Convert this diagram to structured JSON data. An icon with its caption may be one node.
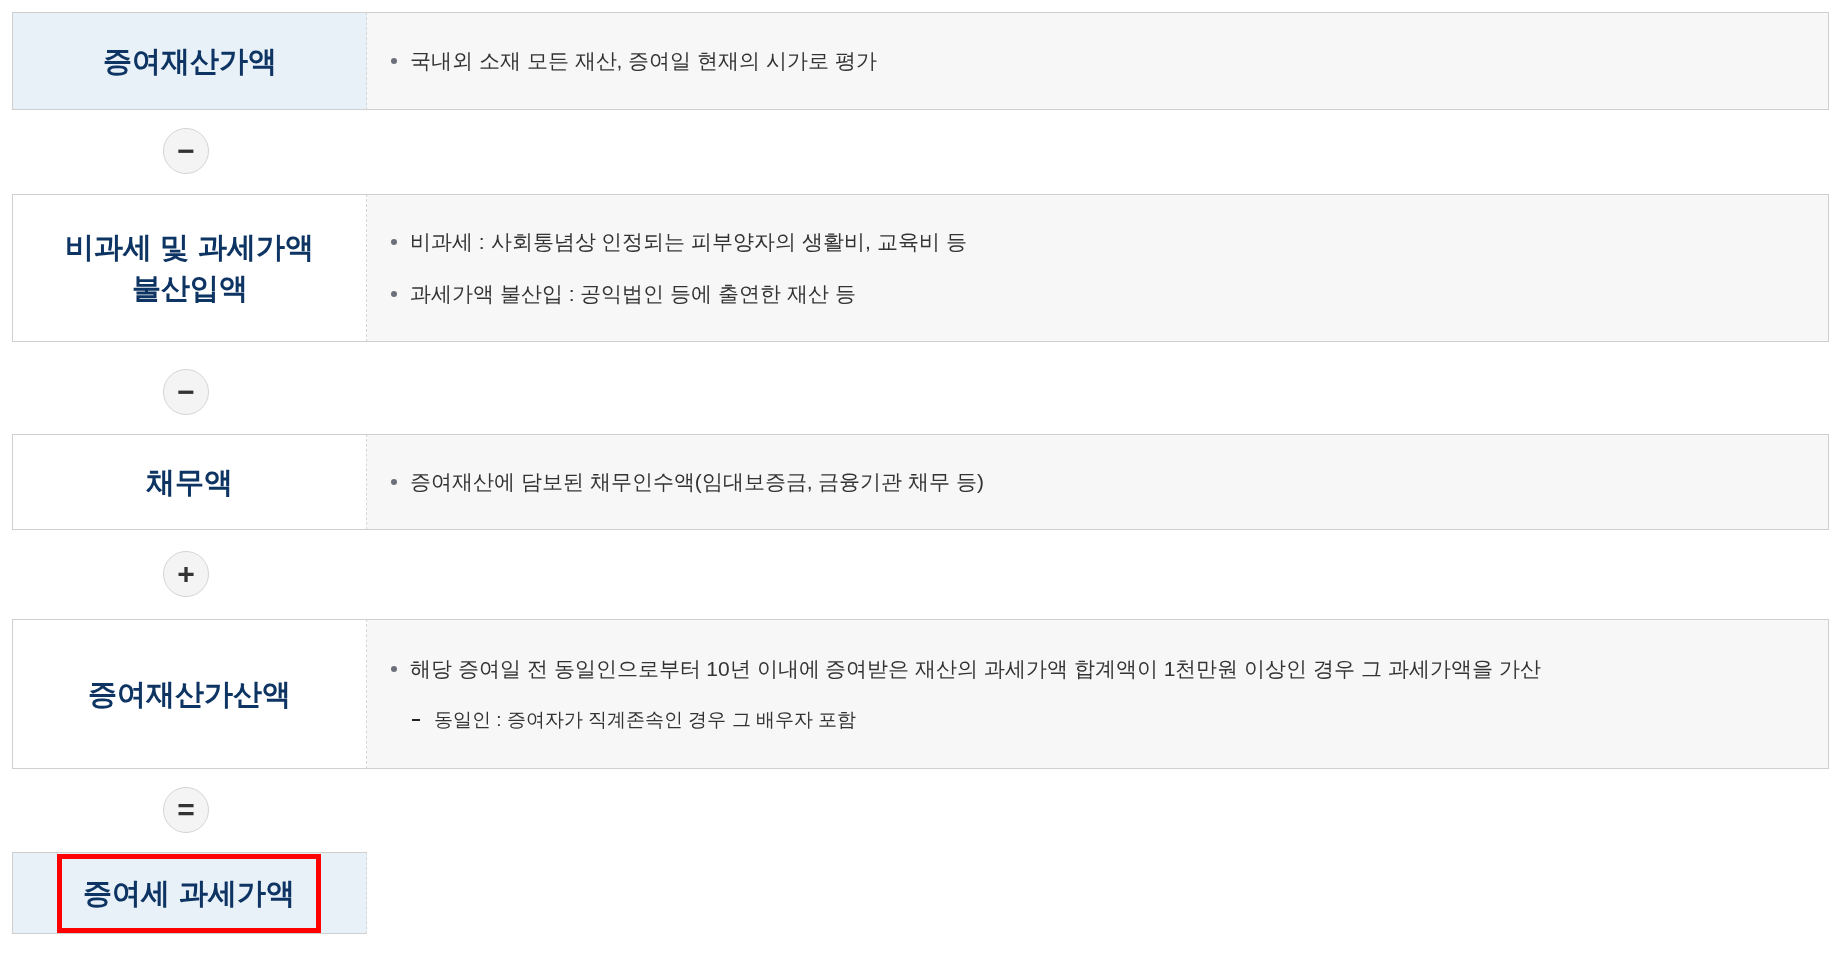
{
  "diagram": {
    "nodes": [
      {
        "text": [
          "증여재산가액"
        ]
      },
      {
        "text": [
          "국내외 소재 모든 재산, 증여일 현재의 시가로 평가"
        ]
      },
      {
        "text": [
          "−"
        ]
      },
      {
        "text": [
          "비과세 및 과세가액 불산입액"
        ]
      },
      {
        "text": [
          "비과세 : 사회통념상 인정되는 피부양자의 생활비, 교육비 등",
          "과세가액 불산입 : 공익법인 등에 출연한 재산 등"
        ]
      },
      {
        "text": [
          "−"
        ]
      },
      {
        "text": [
          "채무액"
        ]
      },
      {
        "text": [
          "증여재산에 담보된 채무인수액(임대보증금, 금융기관 채무 등)"
        ]
      },
      {
        "text": [
          "+"
        ]
      },
      {
        "text": [
          "증여재산가산액"
        ]
      },
      {
        "text": [
          "해당 증여일 전 동일인으로부터 10년 이내에 증여받은 재산의 과세가액 합계액이 1천만원 이상인 경우 그 과세가액을 가산",
          "동일인 : 증여자가 직계존속인 경우 그 배우자 포함"
        ]
      },
      {
        "text": [
          "="
        ]
      },
      {
        "text": [
          "증여세 과세가액"
        ]
      }
    ]
  }
}
